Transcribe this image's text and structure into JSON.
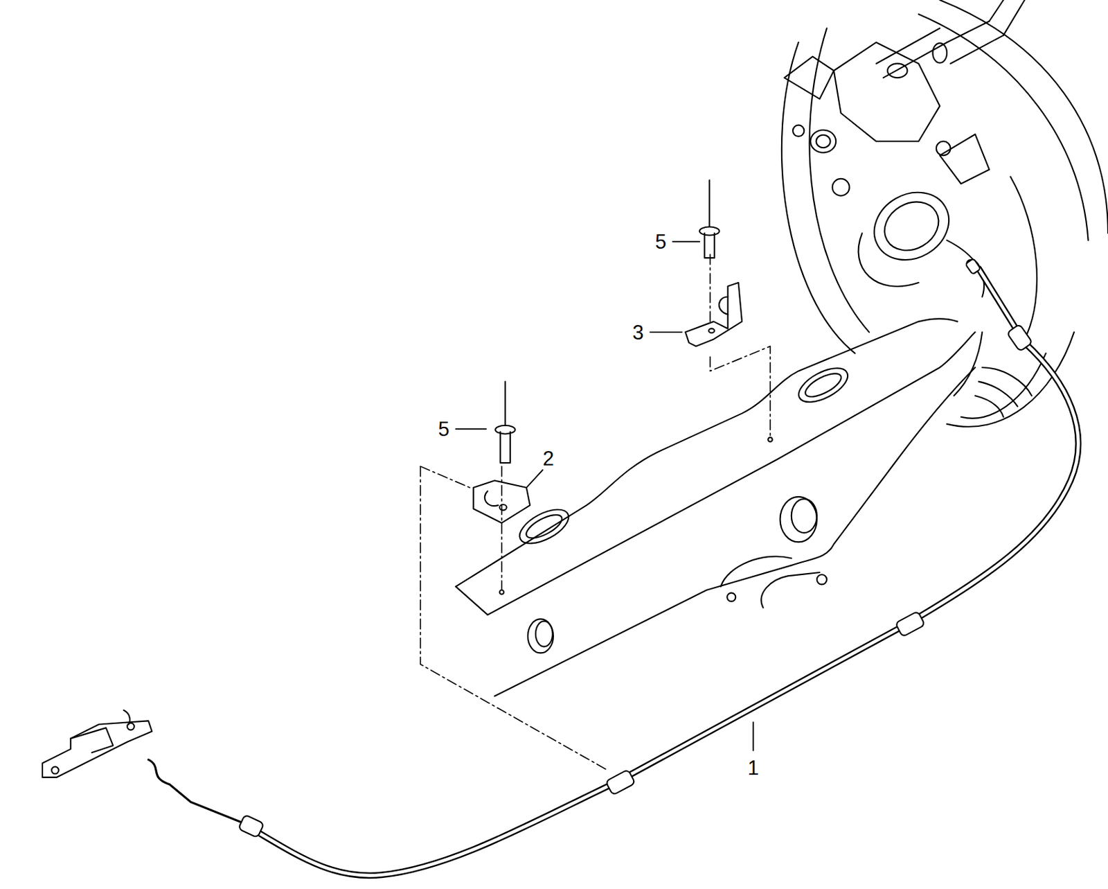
{
  "diagram": {
    "labels": [
      "5",
      "3",
      "5",
      "2",
      "1"
    ]
  }
}
